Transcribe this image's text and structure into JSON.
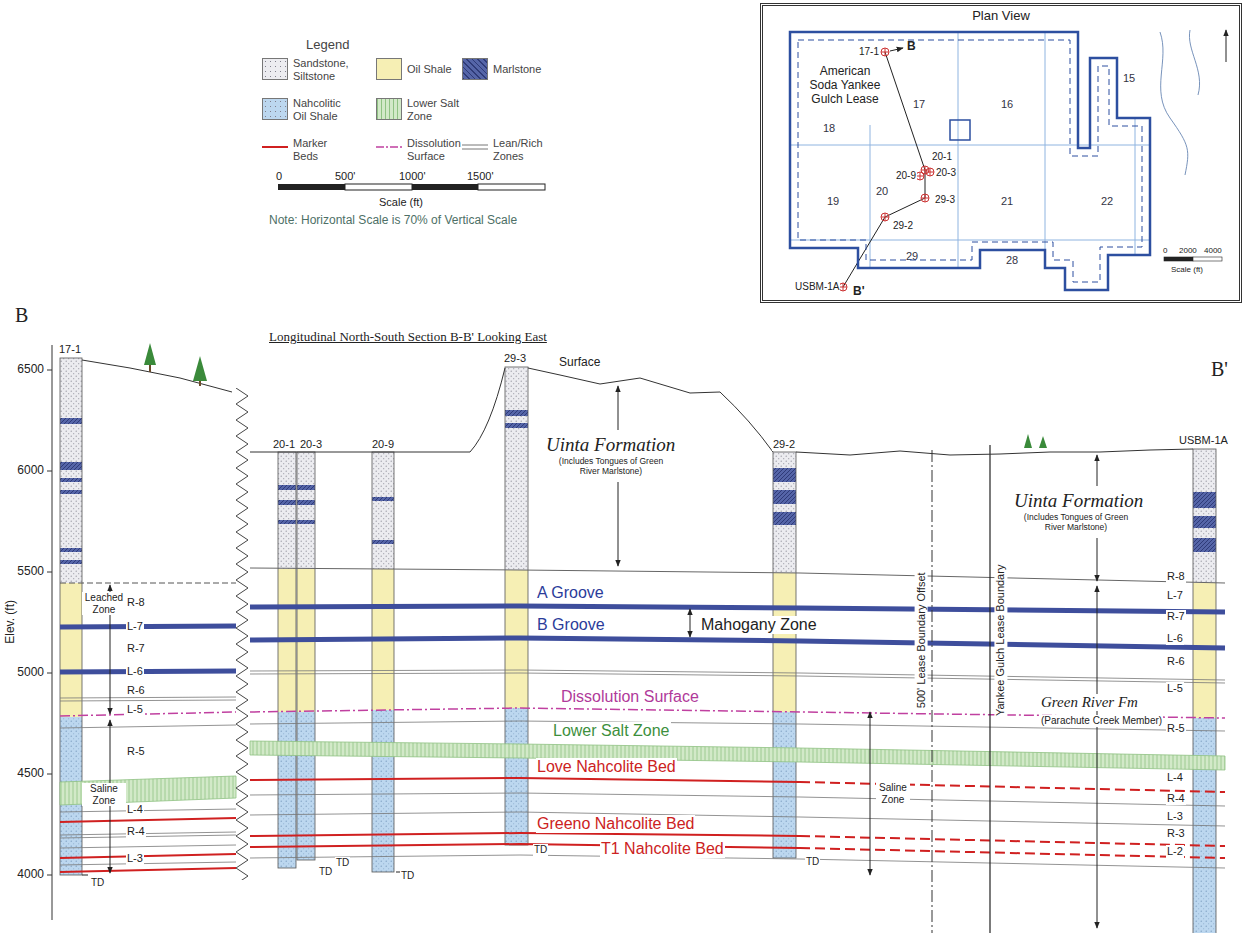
{
  "diagram": {
    "title": "Longitudinal North-South Section B-B' Looking East",
    "nodes": [
      {
        "text": [
          "Plan View"
        ]
      },
      {
        "text": [
          "American Soda Yankee Gulch Lease"
        ],
        "in": 0
      }
    ],
    "labels": [
      "Legend",
      "0",
      "500'",
      "1000'",
      "1500'",
      "Scale (ft)",
      "Note: Horizontal Scale is 70% of Vertical Scale",
      "B",
      "17-1",
      "20-1",
      "20-3",
      "20-9",
      "29-3",
      "29-2",
      "USBM-1A",
      "B'",
      "Surface",
      "Uinta Formation",
      "(Includes Tongues of Green River Marlstone)",
      "Uinta Formation",
      "(Includes Tongues of Green River Marlstone)",
      "A Groove",
      "B Groove",
      "Mahogany Zone",
      "Dissolution Surface",
      "Lower Salt Zone",
      "Love Nahcolite Bed",
      "Greeno Nahcolite Bed",
      "T1 Nahcolite Bed",
      "Green River Fm",
      "(Parachute Creek Member)",
      "Saline Zone",
      "Leached Zone",
      "Saline Zone",
      "500' Lease Boundary Offset",
      "Yankee Gulch Lease Boundary",
      "6500",
      "6000",
      "5500",
      "5000",
      "4500",
      "4000",
      "Elev. (ft)",
      "TD",
      "TD",
      "TD",
      "TD",
      "TD",
      "TD",
      "R-8",
      "L-7",
      "R-7",
      "L-6",
      "R-6",
      "L-5",
      "R-5",
      "L-4",
      "R-4",
      "L-3",
      "R-8",
      "L-7",
      "R-7",
      "L-6",
      "R-6",
      "L-5",
      "R-5",
      "L-4",
      "R-4",
      "L-3",
      "R-3",
      "L-2",
      "18",
      "17",
      "16",
      "15",
      "19",
      "20",
      "21",
      "22",
      "29",
      "28",
      "17-1",
      "B",
      "20-1",
      "20-9",
      "20-3",
      "29-2",
      "29-3",
      "USBM-1A",
      "B'",
      "0",
      "2000",
      "4000",
      "Scale (ft)"
    ],
    "legend": [
      {
        "text": "Sandstone, Siltstone",
        "color": "#ececf0"
      },
      {
        "text": "Oil Shale",
        "color": "#f6efb4"
      },
      {
        "text": "Marlstone",
        "color": "#5565a8"
      },
      {
        "text": "Nahcolitic Oil Shale",
        "color": "#bcd7ef"
      },
      {
        "text": "Lower Salt Zone",
        "color": "#d2e9c8"
      },
      {
        "text": "Marker Beds"
      },
      {
        "text": "Dissolution Surface"
      },
      {
        "text": "Lean/Rich Zones"
      }
    ]
  }
}
